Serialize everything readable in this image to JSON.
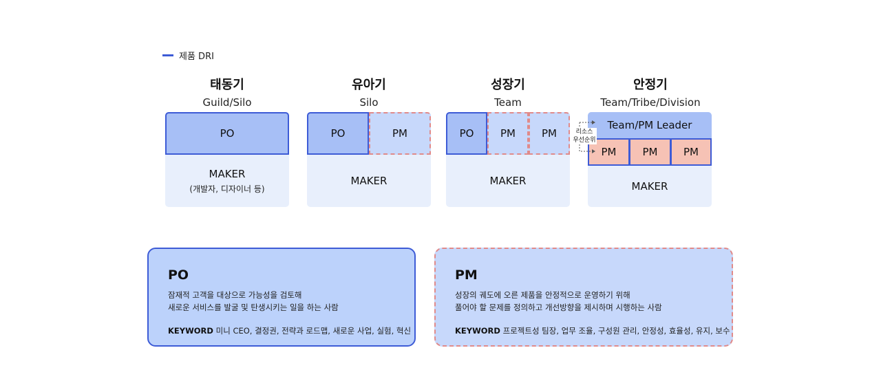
{
  "legend": {
    "label": "제품 DRI",
    "color": "#3d5bd6"
  },
  "stages": [
    {
      "title": "태동기",
      "subtitle": "Guild/Silo"
    },
    {
      "title": "유아기",
      "subtitle": "Silo"
    },
    {
      "title": "성장기",
      "subtitle": "Team"
    },
    {
      "title": "안정기",
      "subtitle": "Team/Tribe/Division"
    }
  ],
  "cells": {
    "po": "PO",
    "pm": "PM",
    "maker": "MAKER",
    "maker_detail": "(개발자, 디자이너 등)",
    "leader": "Team/PM Leader",
    "resource_note_1": "리소스",
    "resource_note_2": "우선순위"
  },
  "po_card": {
    "title": "PO",
    "line1": "잠재적 고객을 대상으로 가능성을 검토해",
    "line2": "새로운 서비스를 발굴 및 탄생시키는 일을 하는 사람",
    "keyword_label": "KEYWORD",
    "keywords": "미니 CEO, 결정권, 전략과 로드맵, 새로운 사업, 실험, 혁신"
  },
  "pm_card": {
    "title": "PM",
    "line1": "성장의 궤도에 오른 제품을 안정적으로 운영하기 위해",
    "line2": "풀어야 할 문제를 정의하고 개선방향을 제시하며 시행하는 사람",
    "keyword_label": "KEYWORD",
    "keywords": "프로젝트성 팀장, 업무 조율, 구성원 관리, 안정성, 효율성, 유지, 보수"
  },
  "colors": {
    "po_fill": "#a7bff6",
    "pm_fill": "#c7d8fb",
    "pm_pink": "#f6c2b5",
    "maker_fill": "#e8effc",
    "dri_border": "#3d5bd6",
    "pm_dash": "#e08a8a"
  }
}
